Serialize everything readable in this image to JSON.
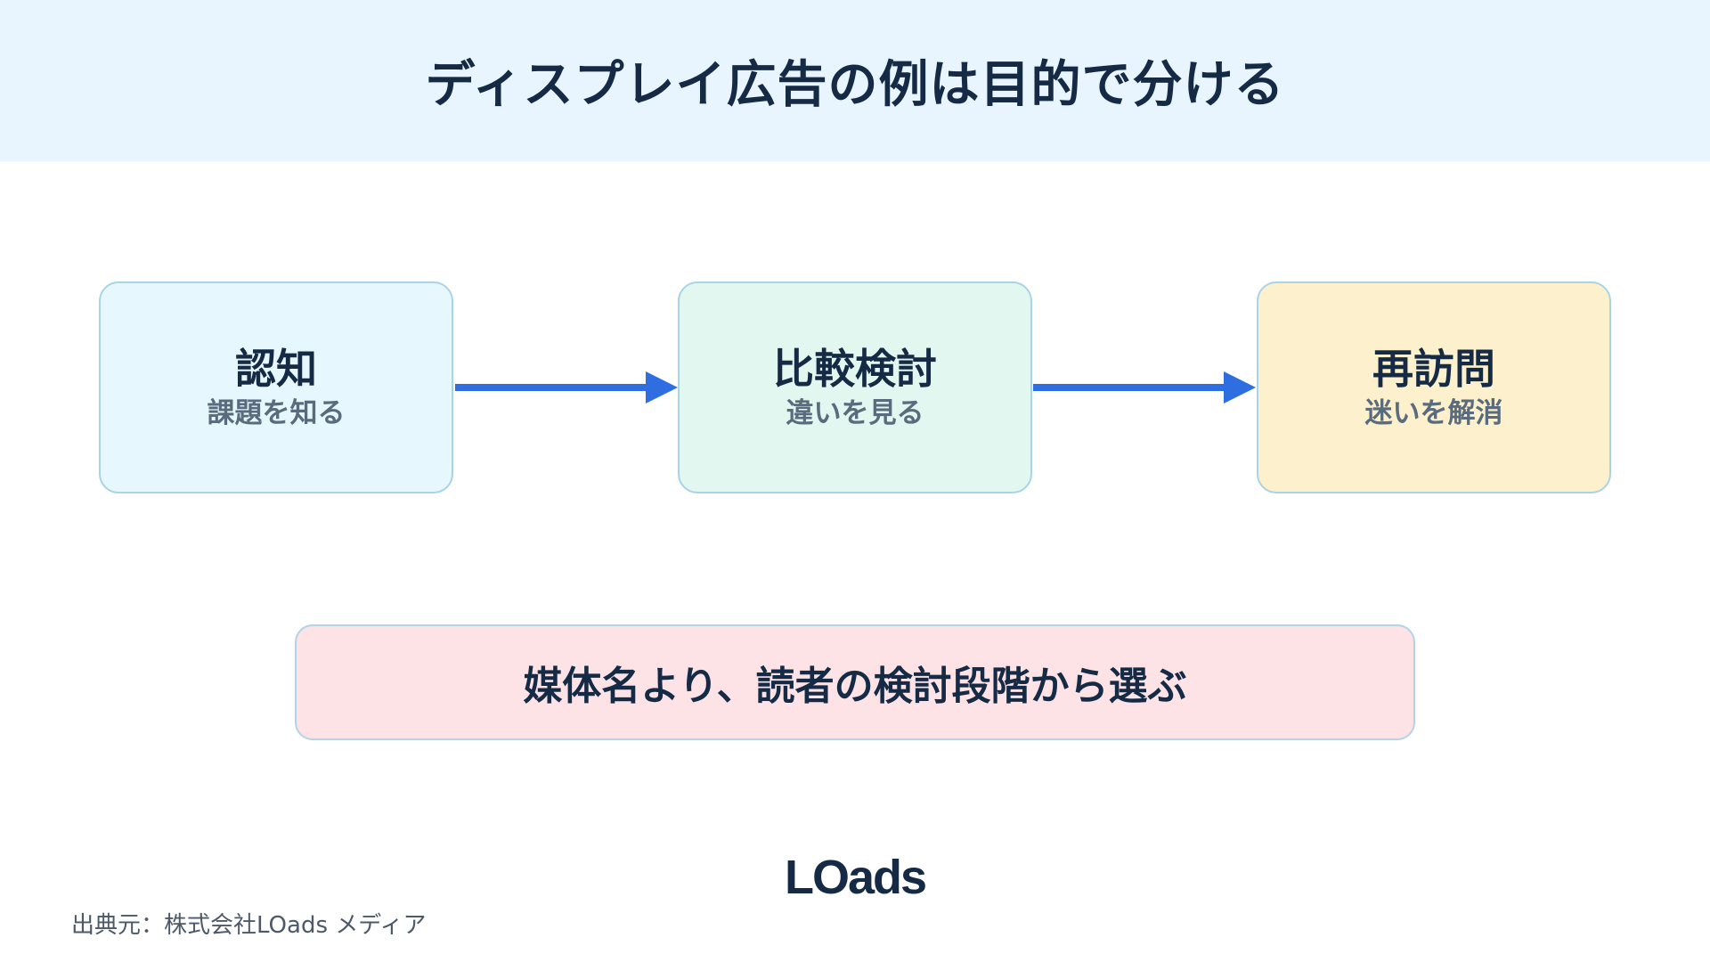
{
  "title": "ディスプレイ広告の例は目的で分ける",
  "stages": [
    {
      "name": "認知",
      "sub": "課題を知る",
      "color": "#e6f8fe"
    },
    {
      "name": "比較検討",
      "sub": "違いを見る",
      "color": "#e1f7f0"
    },
    {
      "name": "再訪問",
      "sub": "迷いを解消",
      "color": "#fdf1cd"
    }
  ],
  "summary": "媒体名より、読者の検討段階から選ぶ",
  "logo": "LOads",
  "source": "出典元：株式会社LOads メディア",
  "colors": {
    "header_bg": "#e8f5fe",
    "arrow": "#2e6ee0",
    "summary_bg": "#fde2e6",
    "text": "#152a44"
  }
}
